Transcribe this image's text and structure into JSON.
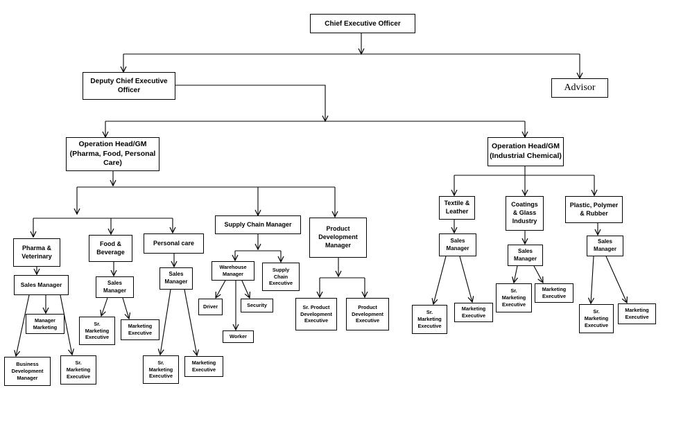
{
  "nodes": {
    "ceo": "Chief Executive Officer",
    "deputy_ceo": "Deputy Chief Executive\nOfficer",
    "advisor": "Advisor",
    "ophead_pfp": "Operation Head/GM\n(Pharma, Food, Personal\nCare)",
    "ophead_ind": "Operation Head/GM\n(Industrial Chemical)",
    "pharma": "Pharma &\nVeterinary",
    "food": "Food &\nBeverage",
    "personal": "Personal care",
    "supply_chain_mgr": "Supply Chain Manager",
    "product_dev_mgr": "Product\nDevelopment\nManager",
    "pharma_sales": "Sales Manager",
    "pharma_mgr_mkt": "Manager\nMarketing",
    "pharma_bdm": "Business\nDevelopment\nManager",
    "pharma_srme": "Sr.\nMarketing\nExecutive",
    "food_sales": "Sales\nManager",
    "food_srme": "Sr.\nMarketing\nExecutive",
    "food_me": "Marketing\nExecutive",
    "pc_sales": "Sales\nManager",
    "pc_srme": "Sr.\nMarketing\nExecutive",
    "pc_me": "Marketing\nExecutive",
    "warehouse": "Warehouse\nManager",
    "sc_exec": "Supply\nChain\nExecutive",
    "driver": "Driver",
    "security": "Security",
    "worker": "Worker",
    "sr_pde": "Sr. Product\nDevelopment\nExecutive",
    "pde": "Product\nDevelopment\nExecutive",
    "textile": "Textile &\nLeather",
    "coatings": "Coatings\n& Glass\nIndustry",
    "plastic": "Plastic, Polymer\n& Rubber",
    "tex_sales": "Sales\nManager",
    "tex_srme": "Sr.\nMarketing\nExecutive",
    "tex_me": "Marketing\nExecutive",
    "coat_sales": "Sales\nManager",
    "coat_srme": "Sr.\nMarketing\nExecutive",
    "coat_me": "Marketing\nExecutive",
    "plas_sales": "Sales\nManager",
    "plas_srme": "Sr.\nMarketing\nExecutive",
    "plas_me": "Marketing\nExecutive"
  }
}
